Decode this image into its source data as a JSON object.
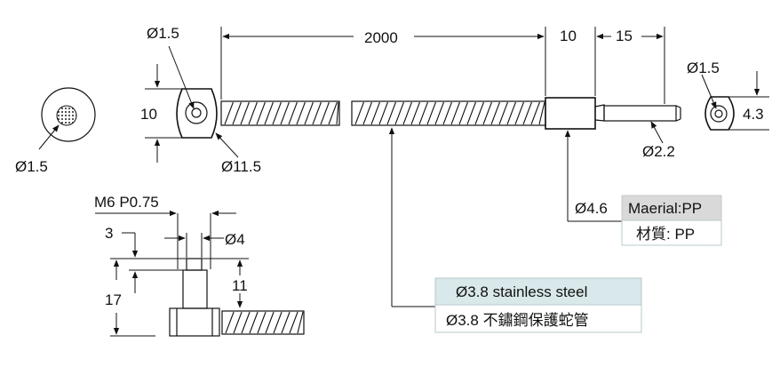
{
  "dimensions": {
    "tube_length": "2000",
    "sleeve_length": "10",
    "tip_length": "15",
    "head_hole_dia": "Ø1.5",
    "head_height": "10",
    "head_outer_dia": "Ø11.5",
    "endface_left_dia": "Ø1.5",
    "endface_right_dia": "Ø1.5",
    "endface_right_height": "4.3",
    "tip_dia": "Ø2.2",
    "sleeve_dia": "Ø4.6",
    "thread": "M6 P0.75",
    "thread_dia": "Ø4",
    "dim_3": "3",
    "dim_17": "17",
    "dim_11": "11"
  },
  "material_label": {
    "title": "Maerial:PP",
    "subtitle": "材質: PP"
  },
  "tube_label": {
    "title": "Ø3.8 stainless steel",
    "subtitle": "Ø3.8 不鏽鋼保護蛇管"
  },
  "colors": {
    "header_fill": "#d9e8ea",
    "gray_fill": "#d9d9d9",
    "line": "#111111"
  }
}
